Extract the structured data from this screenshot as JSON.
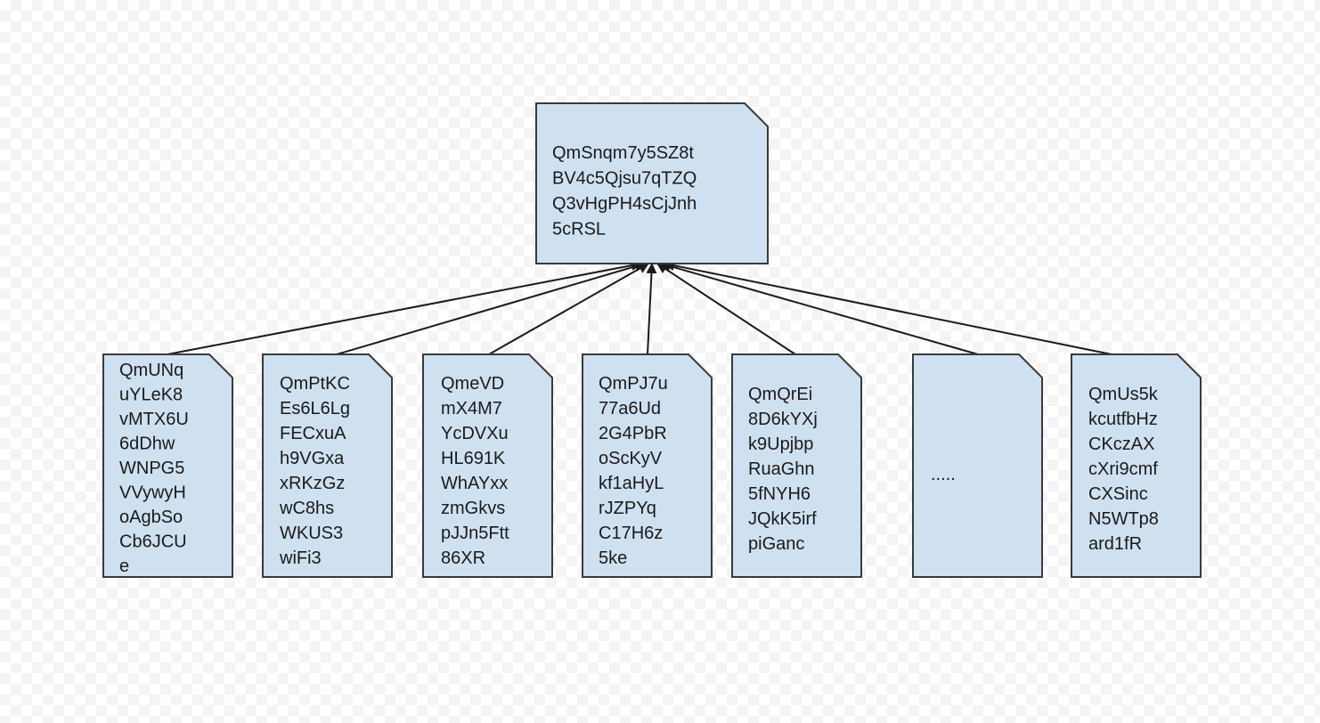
{
  "diagram": {
    "root": {
      "lines": [
        "QmSnqm7y5SZ8t",
        "BV4c5Qjsu7qTZQ",
        "Q3vHgPH4sCjJnh",
        "5cRSL"
      ]
    },
    "children": [
      {
        "lines": [
          "QmUNq",
          "uYLeK8",
          "vMTX6U",
          "6dDhw",
          "WNPG5",
          "VVywyH",
          "oAgbSo",
          "Cb6JCU",
          "e"
        ]
      },
      {
        "lines": [
          "QmPtKC",
          "Es6L6Lg",
          "FECxuA",
          "h9VGxa",
          "xRKzGz",
          "wC8hs",
          "WKUS3",
          "wiFi3"
        ]
      },
      {
        "lines": [
          "QmeVD",
          "mX4M7",
          "YcDVXu",
          "HL691K",
          "WhAYxx",
          "zmGkvs",
          "pJJn5Ftt",
          "86XR"
        ]
      },
      {
        "lines": [
          "QmPJ7u",
          "77a6Ud",
          "2G4PbR",
          "oScKyV",
          "kf1aHyL",
          "rJZPYq",
          "C17H6z",
          "5ke"
        ]
      },
      {
        "lines": [
          "QmQrEi",
          "8D6kYXj",
          "k9Upjbp",
          "RuaGhn",
          "5fNYH6",
          "JQkK5irf",
          "piGanc"
        ]
      },
      {
        "lines": [
          "....."
        ]
      },
      {
        "lines": [
          "QmUs5k",
          "kcutfbHz",
          "CKczAX",
          "cXri9cmf",
          "CXSinc",
          "N5WTp8",
          "ard1fR"
        ]
      }
    ],
    "colors": {
      "node_fill": "#cfe0f1",
      "node_stroke": "#3a3a3a",
      "edge": "#1a1a1a",
      "text": "#1a1a1a",
      "fold_fill": "#ffffff"
    }
  }
}
